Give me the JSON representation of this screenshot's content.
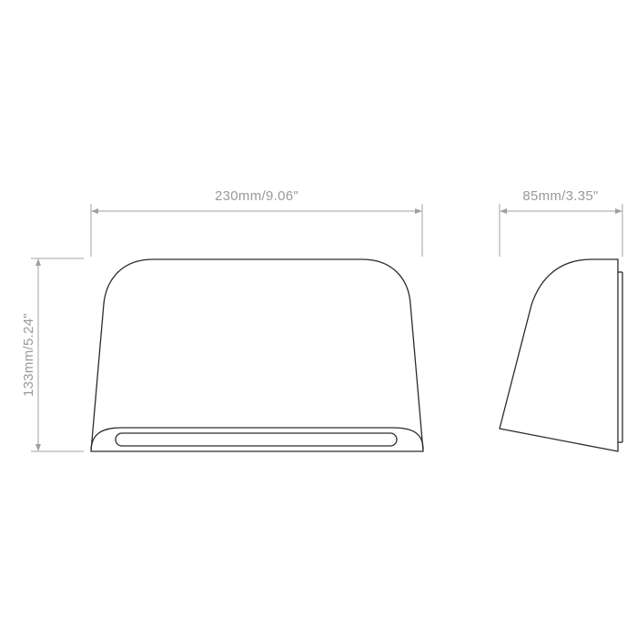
{
  "drawing": {
    "dimensions": {
      "front_width": "230mm/9.06\"",
      "side_depth": "85mm/3.35\"",
      "height": "133mm/5.24\""
    },
    "colors": {
      "outline": "#2b2b2b",
      "dimension_line": "#a0a0a0",
      "dimension_text": "#9a9a9a"
    }
  }
}
